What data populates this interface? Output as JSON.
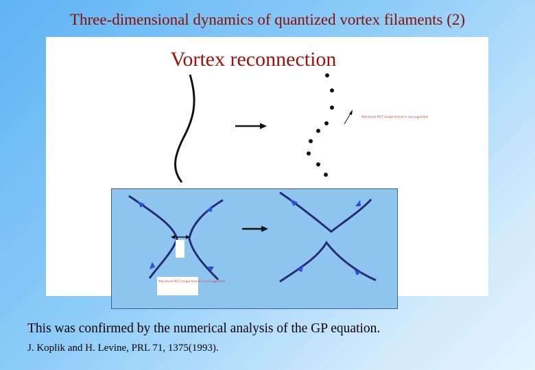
{
  "slide": {
    "title": "Three-dimensional dynamics of quantized vortex filaments (2)"
  },
  "figure": {
    "caption": "Vortex reconnection",
    "placeholder_note": "Macintosh PICT image format is not supported"
  },
  "text": {
    "body": "This was confirmed by the numerical analysis of the GP equation.",
    "reference": "J. Koplik and H. Levine, PRL 71, 1375(1993)."
  },
  "colors": {
    "title": "#8a0d00",
    "caption": "#9a1209",
    "vortex_line": "#262b78",
    "vortex_arrow": "#2b4fd6",
    "lower_panel": "#8ec5ef"
  }
}
